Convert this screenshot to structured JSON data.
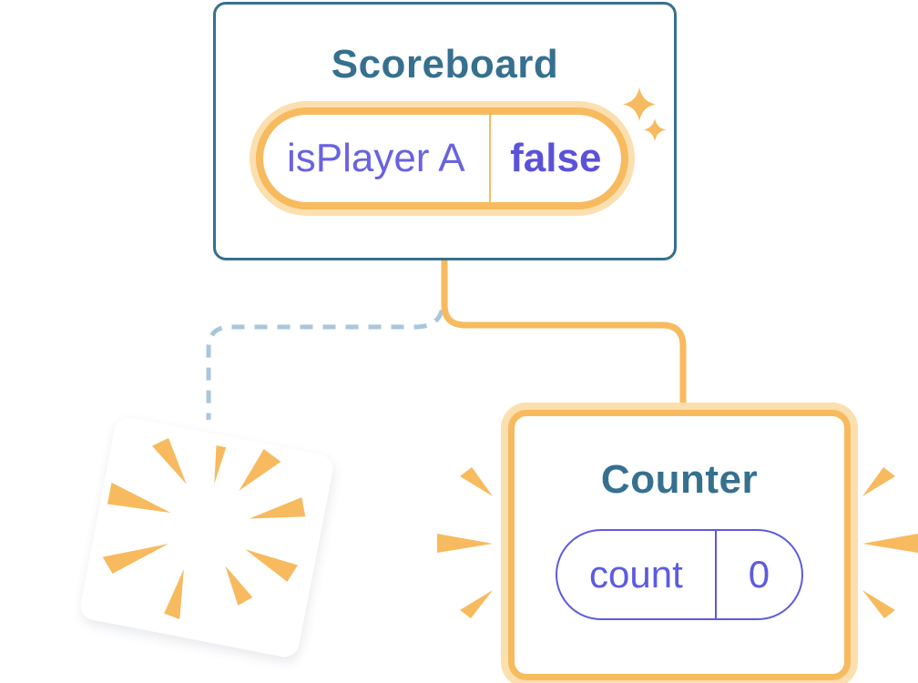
{
  "scoreboard": {
    "title": "Scoreboard",
    "state": {
      "key": "isPlayer A",
      "value": "false"
    }
  },
  "counter": {
    "title": "Counter",
    "state": {
      "key": "count",
      "value": "0"
    }
  },
  "icons": {
    "sparkles": "new-state-sparkles",
    "poof_burst": "destroyed-component-burst",
    "emphasis_rays": "highlight-rays"
  },
  "colors": {
    "teal": "#36708F",
    "orange": "#F7BA5E",
    "orange-light": "#FCDFAE",
    "purple": "#6A63DE",
    "purple-bold": "#5B52D9",
    "counter-purple": "#5C5BE0",
    "dashed-blue": "#A9C6DC",
    "card-bg": "#FFFFFF"
  }
}
